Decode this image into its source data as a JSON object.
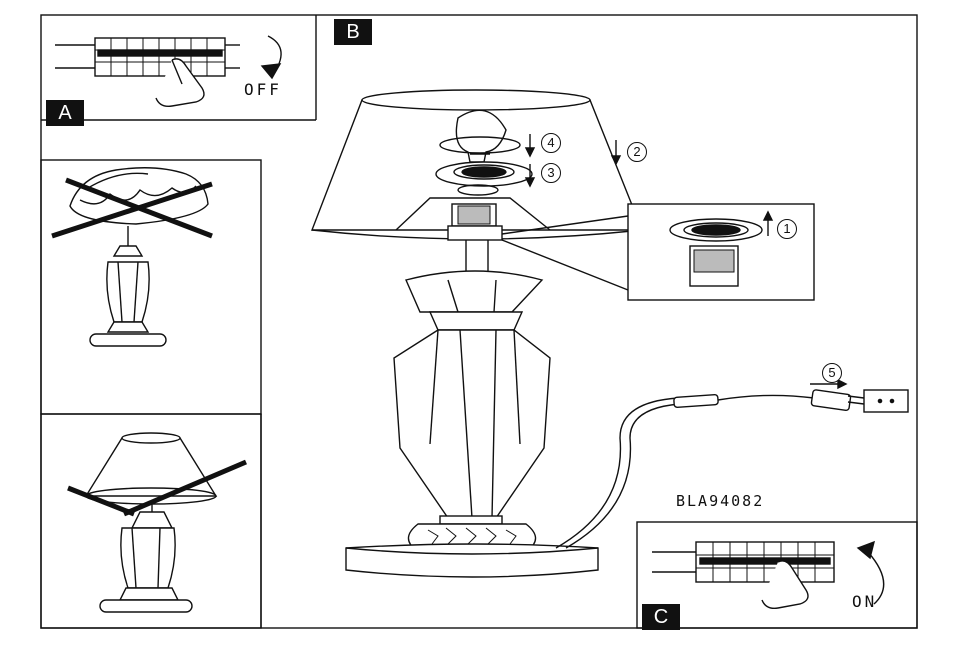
{
  "panels": {
    "a_label": "A",
    "b_label": "B",
    "c_label": "C"
  },
  "switch_off_text": "OFF",
  "switch_on_text": "ON",
  "model_code": "BLA94082",
  "steps": [
    "1",
    "2",
    "3",
    "4",
    "5"
  ]
}
